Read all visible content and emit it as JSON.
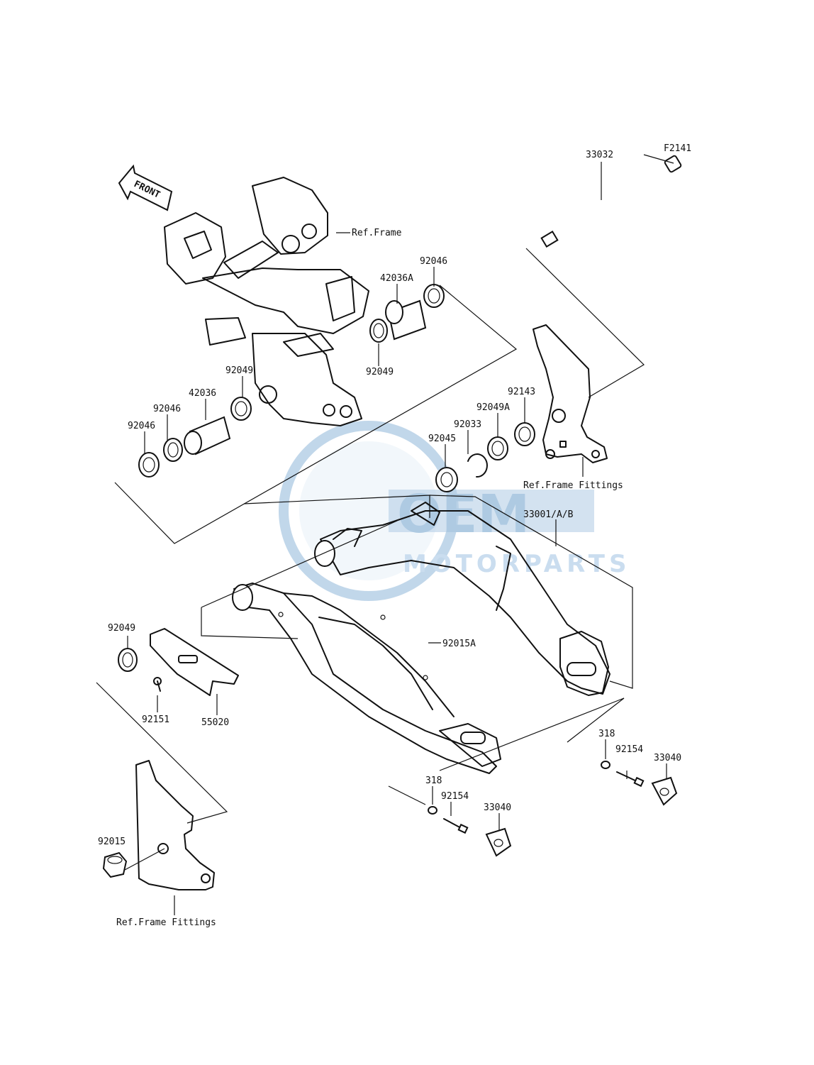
{
  "watermark": {
    "logo_text": "OEM",
    "tagline": "MOTORPARTS",
    "color": "#8fb7d9"
  },
  "front_arrow": {
    "label": "FRONT"
  },
  "labels": {
    "f2141": "F2141",
    "p33032": "33032",
    "ref_frame": "Ref.Frame",
    "p92046_top": "92046",
    "p42036a": "42036A",
    "p92049_top": "92049",
    "p92049_mid": "92049",
    "p42036": "42036",
    "p92046_left2": "92046",
    "p92046_left1": "92046",
    "p92143": "92143",
    "p92049a": "92049A",
    "p92033": "92033",
    "p92045": "92045",
    "ref_frame_fittings_right": "Ref.Frame Fittings",
    "p33001": "33001/A/B",
    "p92049_low": "92049",
    "p92015a": "92015A",
    "p92151": "92151",
    "p55020": "55020",
    "p318_right": "318",
    "p92154_right": "92154",
    "p33040_right": "33040",
    "p318_mid": "318",
    "p92154_mid": "92154",
    "p33040_mid": "33040",
    "p92015": "92015",
    "ref_frame_fittings_left": "Ref.Frame Fittings"
  }
}
